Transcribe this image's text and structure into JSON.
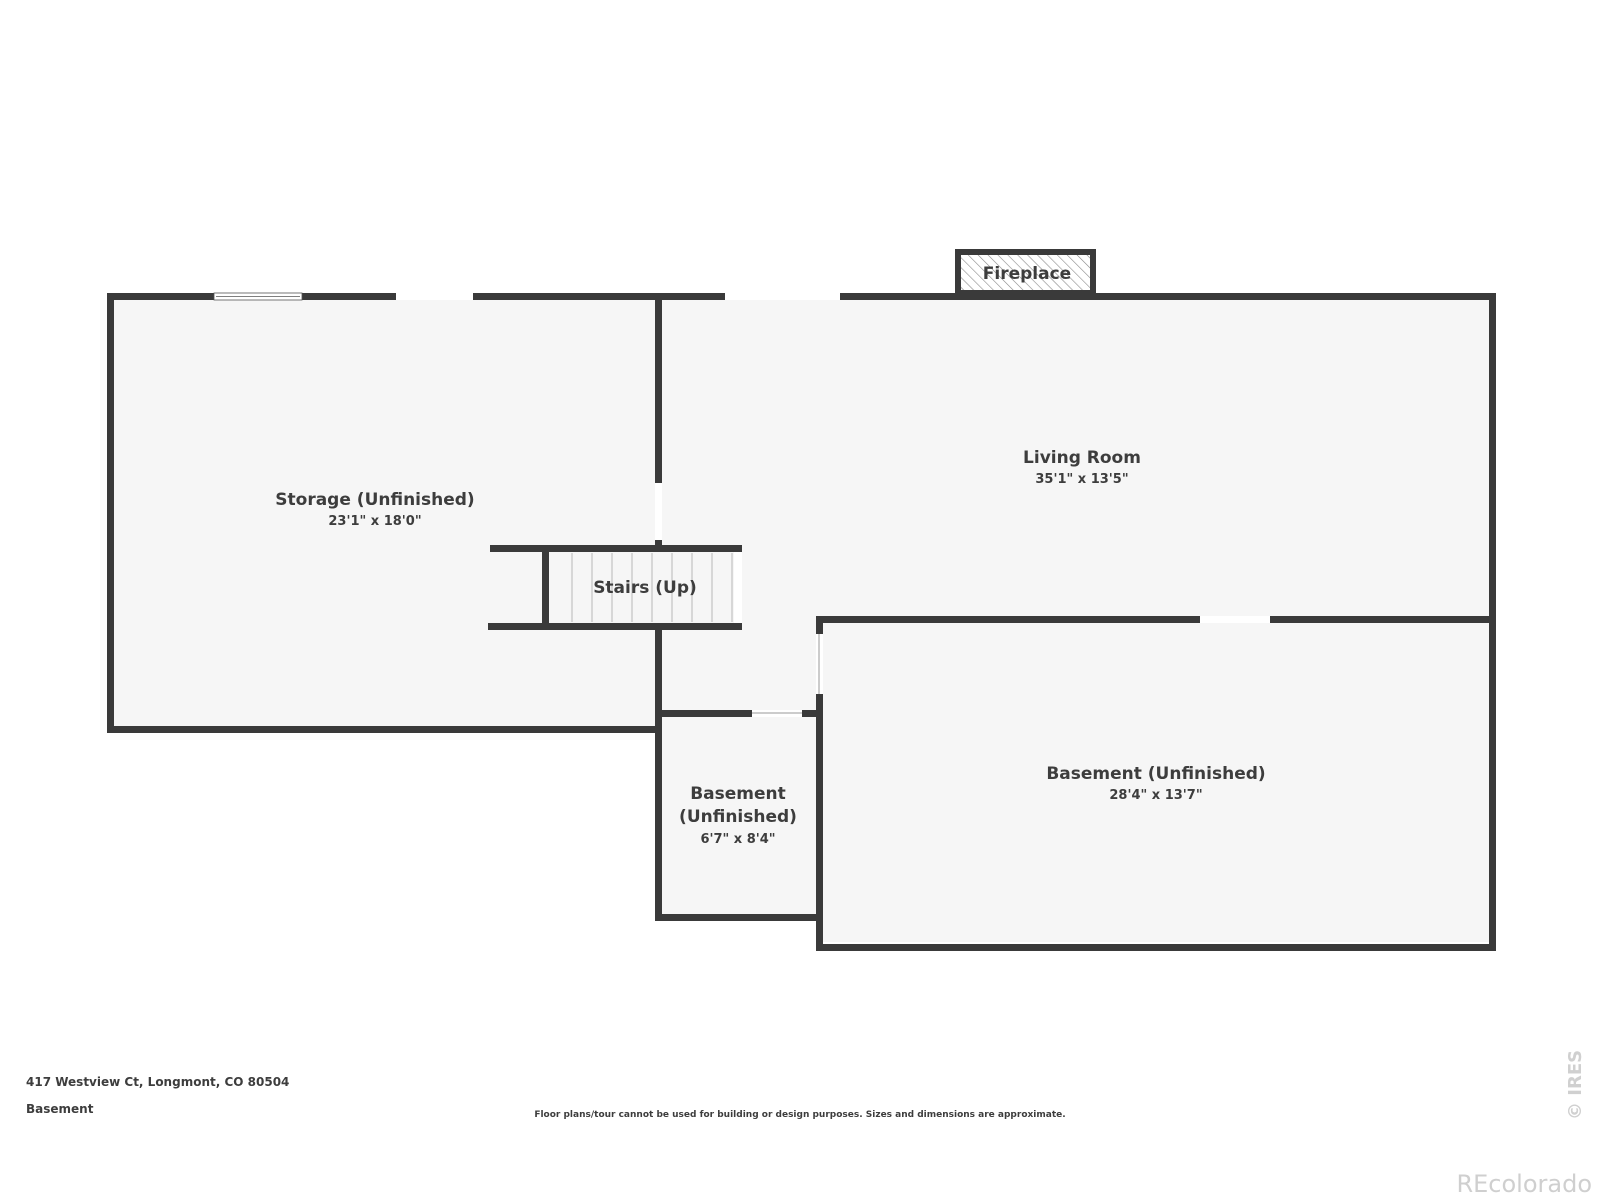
{
  "rooms": {
    "storage": {
      "name": "Storage (Unfinished)",
      "dims": "23'1\" x 18'0\""
    },
    "living": {
      "name": "Living Room",
      "dims": "35'1\" x 13'5\""
    },
    "stairs": {
      "name": "Stairs (Up)"
    },
    "basement_small": {
      "name_line1": "Basement",
      "name_line2": "(Unfinished)",
      "dims": "6'7\" x 8'4\""
    },
    "basement_large": {
      "name": "Basement (Unfinished)",
      "dims": "28'4\" x 13'7\""
    },
    "fireplace": {
      "name": "Fireplace"
    }
  },
  "footer": {
    "address": "417 Westview Ct, Longmont, CO 80504",
    "floor": "Basement",
    "disclaimer": "Floor plans/tour cannot be used for building or design purposes. Sizes and dimensions are approximate.",
    "copyright": "© IRES",
    "brand": "REcolorado"
  },
  "colors": {
    "wall": "#3a3a3a",
    "floor": "#f6f6f6",
    "window": "#ffffff"
  }
}
